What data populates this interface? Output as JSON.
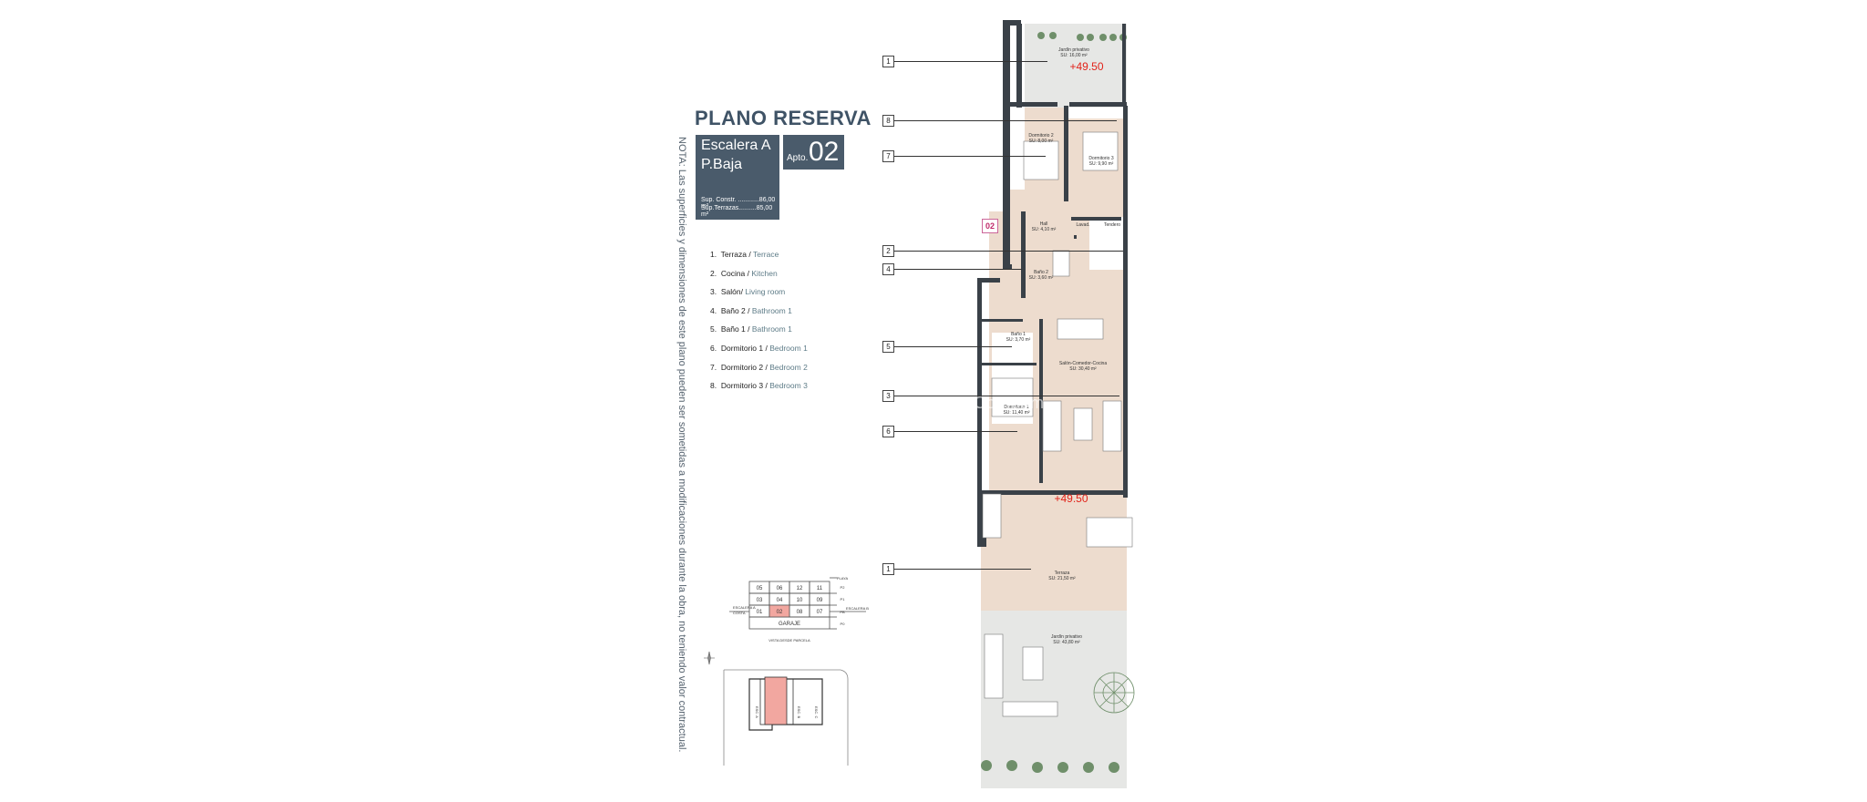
{
  "header": {
    "title": "PLANO RESERVA",
    "escalera": "Escalera A",
    "planta": "P.Baja",
    "apto_label": "Apto.",
    "apto_number": "02",
    "sup_construida": "Sup. Constr. ............86,00 m²",
    "sup_terrazas": "Sup.Terrazas..........85,00 m²"
  },
  "nota": "NOTA: Las superficies y dimensiones de este plano pueden ser sometidas a modificaciones durante la obra, no teniendo valor contractual.",
  "legend": [
    {
      "num": "1.",
      "es": "Terraza /",
      "en": "Terrace"
    },
    {
      "num": "2.",
      "es": "Cocina /",
      "en": "Kitchen"
    },
    {
      "num": "3.",
      "es": "Salón/",
      "en": "Living room"
    },
    {
      "num": "4.",
      "es": "Baño 2 /",
      "en": "Bathroom 1"
    },
    {
      "num": "5.",
      "es": "Baño 1 /",
      "en": "Bathroom 1"
    },
    {
      "num": "6.",
      "es": "Dormitorio 1 /",
      "en": "Bedroom 1"
    },
    {
      "num": "7.",
      "es": "Dormitorio 2 /",
      "en": "Bedroom 2"
    },
    {
      "num": "8.",
      "es": "Dormitorio 3 /",
      "en": "Bedroom 3"
    }
  ],
  "callouts": [
    "1",
    "8",
    "7",
    "2",
    "4",
    "5",
    "3",
    "6",
    "1"
  ],
  "levels": {
    "top": "+49.50",
    "terrace": "+49.50"
  },
  "apt_tag": "02",
  "rooms": {
    "jardin_top": "Jardín privativo\nSU: 16,00 m²",
    "dorm2": "Dormitorio 2\nSU: 8,00 m²",
    "dorm3": "Dormitorio 3\nSU: 9,90 m²",
    "hall": "Hall\nSU: 4,10 m²",
    "bano2": "Baño 2\nSU: 3,60 m²",
    "bano1": "Baño 1\nSU: 3,70 m²",
    "salon": "Salón-Comedor-Cocina\nSU: 30,40 m²",
    "dorm1": "Dormitorio 1\nSU: 11,40 m²",
    "terraza": "Terraza\nSU: 21,50 m²",
    "jardin_bottom": "Jardín privativo\nSU: 43,80 m²",
    "lavadero": "Lavad.",
    "tendero": "Tendero"
  },
  "key_plan": {
    "rows": [
      [
        "05",
        "06",
        "12",
        "11"
      ],
      [
        "03",
        "04",
        "10",
        "09"
      ],
      [
        "01",
        "02",
        "08",
        "07"
      ]
    ],
    "garage": "GARAJE",
    "floors": [
      "PLAYA",
      "P2",
      "P1",
      "PB",
      "P0"
    ],
    "left_label": "ESCALERA A\nCOSTA",
    "right_label": "ESCALERA B",
    "caption": "VISTA DESDE PARCELA",
    "highlight": "02"
  },
  "site_plan": {
    "labels": [
      "ESC. A",
      "ESC. B",
      "ESC. C"
    ]
  },
  "watermark": "Comcom",
  "colors": {
    "panel": "#4a5b6b",
    "floor": "#eddcce",
    "wall": "#3a4148",
    "garden": "#e6e7e5",
    "red": "#e2231a",
    "highlight": "#f2a7a0"
  }
}
